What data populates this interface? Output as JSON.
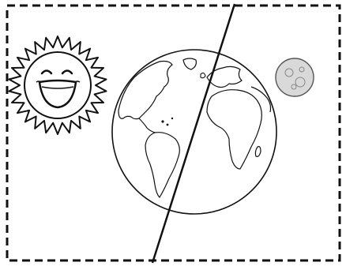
{
  "colors": {
    "ink": "#111111",
    "paper": "#ffffff",
    "moon_shade": "#d9d9d9"
  },
  "scene": {
    "frame_style": "dashed",
    "items": [
      {
        "name": "sun",
        "icon": "smiling-sun-icon"
      },
      {
        "name": "earth",
        "icon": "earth-globe-icon"
      },
      {
        "name": "moon",
        "icon": "moon-icon"
      },
      {
        "name": "dividing-line",
        "icon": "diagonal-line"
      }
    ]
  }
}
